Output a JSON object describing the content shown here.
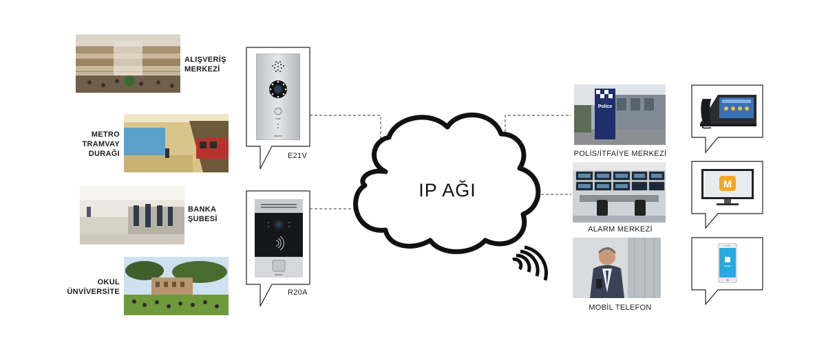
{
  "center": {
    "label": "IP AĞI"
  },
  "locations": [
    {
      "id": "mall",
      "label_lines": [
        "ALIŞVERİŞ",
        "MERKEZİ"
      ]
    },
    {
      "id": "metro",
      "label_lines": [
        "METRO",
        "TRAMVAY",
        "DURAĞI"
      ]
    },
    {
      "id": "bank",
      "label_lines": [
        "BANKA",
        "ŞUBESİ"
      ]
    },
    {
      "id": "school",
      "label_lines": [
        "OKUL",
        "ÜNVİVERSİTE"
      ]
    }
  ],
  "devices": [
    {
      "id": "e21v",
      "label": "E21V",
      "button_text": "Call",
      "brand": "Akuvox"
    },
    {
      "id": "r20a",
      "label": "R20A",
      "brand": "Akuvox"
    }
  ],
  "receivers": [
    {
      "id": "police",
      "label": "POLİS/İTFAİYE MERKEZİ",
      "sign_text": "Police"
    },
    {
      "id": "alarm",
      "label": "ALARM MERKEZİ"
    },
    {
      "id": "mobile",
      "label": "MOBİL TELEFON"
    }
  ],
  "endpoints": [
    {
      "id": "indoor-monitor",
      "icon": "desk-phone-icon"
    },
    {
      "id": "monitor-app",
      "icon": "monitor-icon",
      "app_letter": "M"
    },
    {
      "id": "phone-app",
      "icon": "smartphone-icon"
    }
  ],
  "colors": {
    "app_orange": "#f5a623",
    "app_blue": "#29a9e1",
    "line": "#222222"
  }
}
